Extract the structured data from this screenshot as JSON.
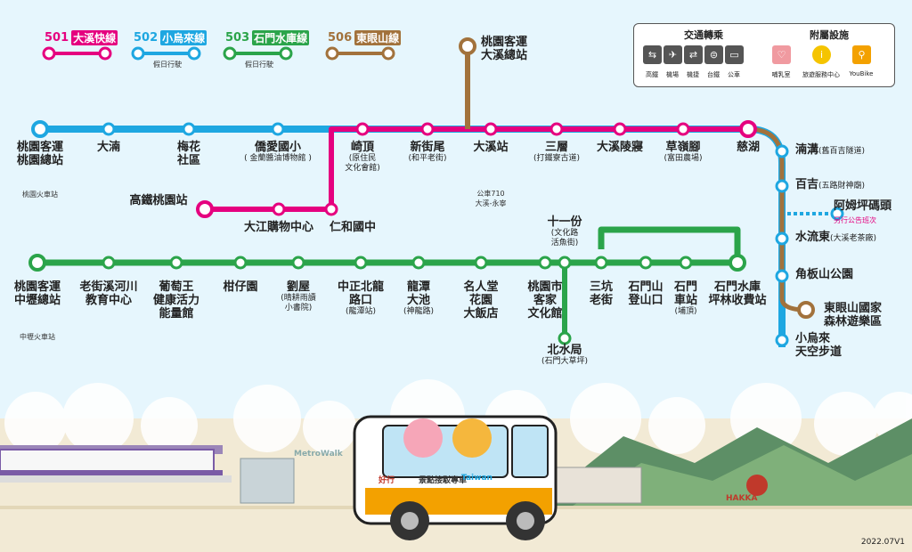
{
  "routes": [
    {
      "code": "501",
      "name": "大溪快線",
      "color": "#e5007f",
      "note": ""
    },
    {
      "code": "502",
      "name": "小烏來線",
      "color": "#1ea7e1",
      "note": "假日行駛"
    },
    {
      "code": "503",
      "name": "石門水庫線",
      "color": "#2ba44a",
      "note": "假日行駛"
    },
    {
      "code": "506",
      "name": "東眼山線",
      "color": "#a2723c",
      "note": ""
    }
  ],
  "legend": {
    "transfer_title": "交通轉乘",
    "facility_title": "附屬設施",
    "transfer": [
      "高鐵",
      "機場",
      "機捷",
      "台鐵",
      "公車"
    ],
    "facilities": [
      "哺乳室",
      "旅遊服務中心",
      "YouBike"
    ]
  },
  "stations": {
    "blue": [
      {
        "label": "桃園客運\n桃園總站",
        "sub": "",
        "note": "桃園火車站"
      },
      {
        "label": "大湳",
        "sub": ""
      },
      {
        "label": "梅花\n社區",
        "sub": ""
      },
      {
        "label": "僑愛國小",
        "sub": "( 金蘭醬油博物館 )"
      },
      {
        "label": "崎頂",
        "sub": "(原住民\n文化會館)"
      },
      {
        "label": "新街尾",
        "sub": "(和平老街)"
      },
      {
        "label": "大溪站",
        "sub": "",
        "note": "公車710\n大溪-永寧"
      },
      {
        "label": "三層",
        "sub": "(打鐵寮古道)"
      },
      {
        "label": "大溪陵寢",
        "sub": ""
      },
      {
        "label": "草嶺腳",
        "sub": "(富田農場)"
      },
      {
        "label": "慈湖",
        "sub": ""
      }
    ],
    "east": [
      {
        "label": "湳溝",
        "sub": "(舊百吉隧道)"
      },
      {
        "label": "百吉",
        "sub": "(五路財神廟)"
      },
      {
        "label": "水流東",
        "sub": "(大溪老茶廠)"
      },
      {
        "label": "角板山公園",
        "sub": ""
      },
      {
        "label": "東眼山國家\n森林遊樂區",
        "sub": ""
      },
      {
        "label": "小烏來\n天空步道",
        "sub": ""
      }
    ],
    "branch": {
      "label": "阿姆坪碼頭",
      "note": "另行公告班次"
    },
    "top": {
      "label": "桃園客運\n大溪總站"
    },
    "pink": [
      {
        "label": "高鐵桃園站"
      },
      {
        "label": "大江購物中心"
      },
      {
        "label": "仁和國中"
      }
    ],
    "green": [
      {
        "label": "桃園客運\n中壢總站",
        "sub": "",
        "note": "中壢火車站"
      },
      {
        "label": "老街溪河川\n教育中心",
        "sub": ""
      },
      {
        "label": "葡萄王\n健康活力\n能量館",
        "sub": ""
      },
      {
        "label": "柑仔園",
        "sub": ""
      },
      {
        "label": "劉屋",
        "sub": "(晴耕雨讀\n小書院)"
      },
      {
        "label": "中正北龍\n路口",
        "sub": "(龍潭站)"
      },
      {
        "label": "龍潭\n大池",
        "sub": "(神龍路)"
      },
      {
        "label": "名人堂\n花園\n大飯店",
        "sub": ""
      },
      {
        "label": "桃園市\n客家\n文化館",
        "sub": ""
      },
      {
        "label": "三坑\n老街",
        "sub": ""
      },
      {
        "label": "石門山\n登山口",
        "sub": ""
      },
      {
        "label": "石門\n車站",
        "sub": "(埔頂)"
      },
      {
        "label": "石門水庫\n坪林收費站",
        "sub": ""
      }
    ],
    "shiyifen": {
      "label": "十一份",
      "sub": "(文化路\n活魚街)"
    },
    "beishuiju": {
      "label": "北水局",
      "sub": "(石門大草坪)"
    }
  },
  "scene": {
    "metro_sign": "MetroWalk",
    "hakka_sign": "HAKKA",
    "bus_text": "景點接駁專車",
    "bus_brand": "Taiwan",
    "bus_logo": "好行"
  },
  "version": "2022.07V1"
}
